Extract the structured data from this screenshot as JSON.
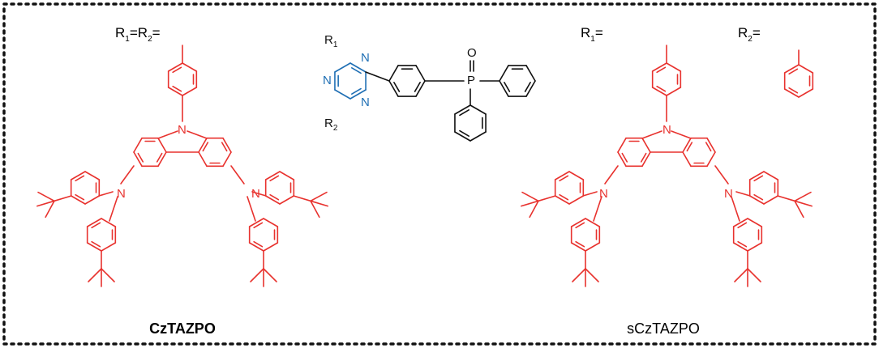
{
  "labels": {
    "left_r": "R",
    "left_r1_sub": "1",
    "left_eq1": "=R",
    "left_r2_sub": "2",
    "left_eq2": "=",
    "right_r1": "R",
    "right_r1_sub": "1",
    "right_r1_eq": "=",
    "right_r2": "R",
    "right_r2_sub": "2",
    "right_r2_eq": "="
  },
  "core": {
    "r1": "R",
    "r1_sub": "1",
    "r2": "R",
    "r2_sub": "2",
    "n": "N",
    "p": "P",
    "o": "O"
  },
  "atoms": {
    "n": "N"
  },
  "captions": {
    "left": "CzTAZPO",
    "right": "sCzTAZPO"
  },
  "colors": {
    "substituent": "#e8322e",
    "triazine": "#1f6fb4",
    "core": "#111111",
    "border": "#111111"
  }
}
